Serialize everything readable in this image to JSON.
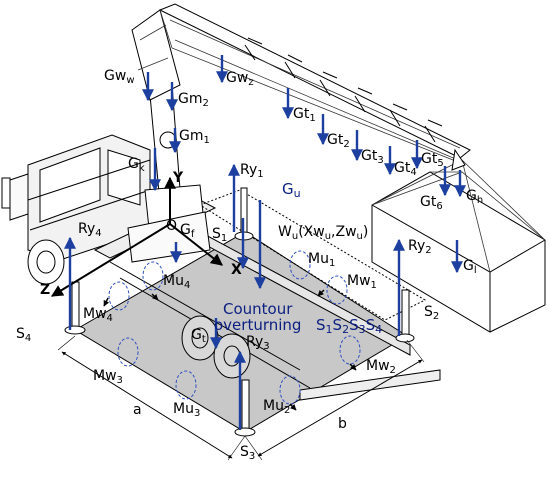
{
  "labels": {
    "gw_w": "Gw",
    "gw_w_sub": "w",
    "gw_z": "Gw",
    "gw_z_sub": "z",
    "gm2": "Gm",
    "gm2_sub": "2",
    "gm1": "Gm",
    "gm1_sub": "1",
    "gt1": "Gt",
    "gt1_sub": "1",
    "gt2": "Gt",
    "gt2_sub": "2",
    "gt3": "Gt",
    "gt3_sub": "3",
    "gt4": "Gt",
    "gt4_sub": "4",
    "gt5": "Gt",
    "gt5_sub": "5",
    "gt6": "Gt",
    "gt6_sub": "6",
    "gh": "G",
    "gh_sub": "h",
    "gl": "G",
    "gl_sub": "l",
    "gk": "G",
    "gk_sub": "k",
    "gf": "G",
    "gf_sub": "f",
    "gu": "G",
    "gu_sub": "u",
    "gt": "G",
    "gt_sub": "t",
    "ry1": "Ry",
    "ry1_sub": "1",
    "ry2": "Ry",
    "ry2_sub": "2",
    "ry3": "Ry",
    "ry3_sub": "3",
    "ry4": "Ry",
    "ry4_sub": "4",
    "s1": "S",
    "s1_sub": "1",
    "s2": "S",
    "s2_sub": "2",
    "s3": "S",
    "s3_sub": "3",
    "s4": "S",
    "s4_sub": "4",
    "mu1": "Mu",
    "mu1_sub": "1",
    "mu2": "Mu",
    "mu2_sub": "2",
    "mu3": "Mu",
    "mu3_sub": "3",
    "mu4": "Mu",
    "mu4_sub": "4",
    "mw1": "Mw",
    "mw1_sub": "1",
    "mw2": "Mw",
    "mw2_sub": "2",
    "mw3": "Mw",
    "mw3_sub": "3",
    "mw4": "Mw",
    "mw4_sub": "4",
    "wu": "W",
    "wu_sub": "u",
    "wu_open": "(Xw",
    "wu_open_sub": "u",
    "wu_mid": ",Zw",
    "wu_mid_sub": "u",
    "wu_close": ")",
    "axis_y": "Y",
    "axis_x": "X",
    "axis_z": "Z",
    "origin": "O",
    "dim_a": "a",
    "dim_b": "b",
    "contour_line1": "Countour",
    "contour_line2": "overturning",
    "contour_s": "S",
    "contour_s1": "1",
    "contour_s2": "2",
    "contour_s3": "3",
    "contour_s4": "4"
  },
  "colors": {
    "force_arrow": "#1d3fa0",
    "contour_fill": "#c8c8c8",
    "drawing_line": "#000000"
  }
}
